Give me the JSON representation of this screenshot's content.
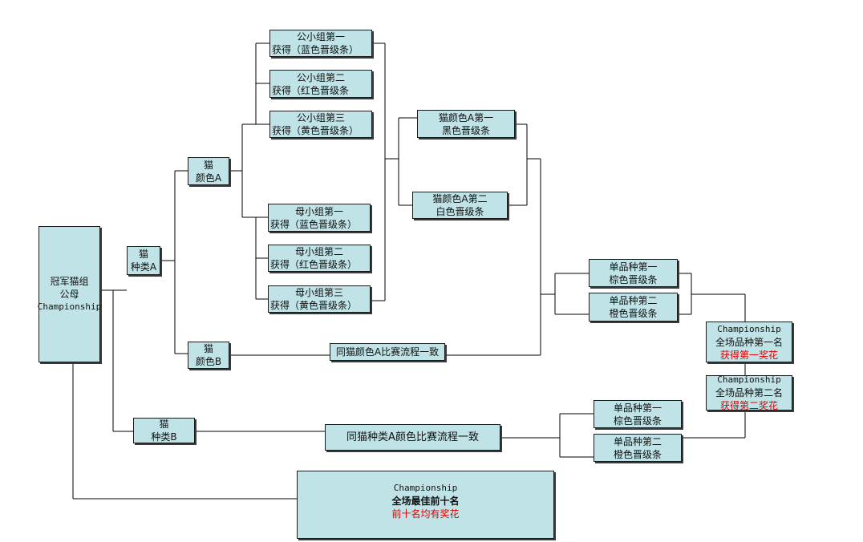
{
  "root": {
    "line1": "冠军猫组",
    "line2": "公母",
    "line3": "Championship"
  },
  "type_a": {
    "line1": "猫",
    "line2": "种类A"
  },
  "type_b": {
    "line1": "猫",
    "line2": "种类B"
  },
  "color_a": {
    "line1": "猫",
    "line2": "颜色A"
  },
  "color_b": {
    "line1": "猫",
    "line2": "颜色B"
  },
  "male_groups": [
    {
      "line1": "公小组第一",
      "line2": "获得（蓝色晋级条）"
    },
    {
      "line1": "公小组第二",
      "line2": "获得（红色晋级条"
    },
    {
      "line1": "公小组第三",
      "line2": "获得（黄色晋级条）"
    }
  ],
  "female_groups": [
    {
      "line1": "母小组第一",
      "line2": "获得（蓝色晋级条）"
    },
    {
      "line1": "母小组第二",
      "line2": "获得（红色晋级条）"
    },
    {
      "line1": "母小组第三",
      "line2": "获得（黄色晋级条）"
    }
  ],
  "color_a_first": {
    "line1": "猫颜色A第一",
    "line2": "黑色晋级条"
  },
  "color_a_second": {
    "line1": "猫颜色A第二",
    "line2": "白色晋级条"
  },
  "color_b_flow": "同猫颜色A比赛流程一致",
  "type_b_flow": "同猫种类A颜色比赛流程一致",
  "breed_a": [
    {
      "line1": "单品种第一",
      "line2": "棕色晋级条"
    },
    {
      "line1": "单品种第二",
      "line2": "橙色晋级条"
    }
  ],
  "breed_b": [
    {
      "line1": "单品种第一",
      "line2": "棕色晋级条"
    },
    {
      "line1": "单品种第二",
      "line2": "橙色晋级条"
    }
  ],
  "champion_first": {
    "line1": "Championship",
    "line2": "全场品种第一名",
    "line3": "获得第一奖花"
  },
  "champion_second": {
    "line1": "Championship",
    "line2": "全场品种第二名",
    "line3": "获得第二奖花"
  },
  "top_ten": {
    "line1": "Championship",
    "line2": "全场最佳前十名",
    "line3": "前十名均有奖花"
  },
  "colors": {
    "box_fill": "#bfe3e6",
    "award_text": "#e00000"
  }
}
